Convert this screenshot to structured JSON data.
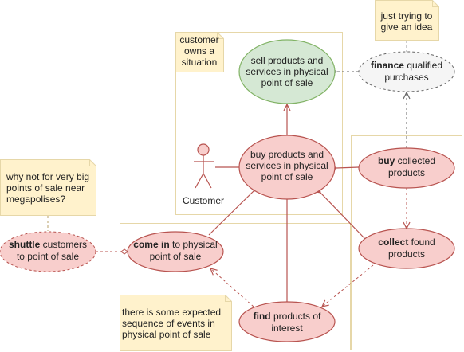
{
  "actor": {
    "label": "Customer"
  },
  "use_cases": {
    "sell": [
      "sell products and",
      "services in physical",
      "point of sale"
    ],
    "buy": [
      "buy products and",
      "services in physical",
      "point of sale"
    ],
    "finance": {
      "bold": "finance",
      "rest": " qualified",
      "line2": "purchases"
    },
    "buy_collected": {
      "bold": "buy",
      "rest": " collected",
      "line2": "products"
    },
    "collect_found": {
      "bold": "collect",
      "rest": " found",
      "line2": "products"
    },
    "come_in": {
      "bold": "come in",
      "rest": " to physical",
      "line2": "point of sale"
    },
    "shuttle": {
      "bold": "shuttle",
      "rest": " customers",
      "line2": "to point of sale"
    },
    "find": {
      "bold": "find",
      "rest": " products of",
      "line2": "interest"
    }
  },
  "notes": {
    "owns": [
      "customer",
      "owns a",
      "situation"
    ],
    "idea": [
      "just trying to",
      "give an idea"
    ],
    "megapolises": [
      "why not for very big",
      "points of sale near",
      "megapolises?"
    ],
    "sequence": [
      "there is some expected",
      "sequence of events in",
      "physical point of sale"
    ]
  },
  "colors": {
    "green_fill": "#d5e8d4",
    "green_stroke": "#82b366",
    "red_fill": "#f8cecc",
    "red_stroke": "#b85450",
    "grey_fill": "#f5f5f5",
    "grey_stroke": "#666666",
    "note_fill": "#fff2cc",
    "frame_stroke": "#d6b656"
  }
}
